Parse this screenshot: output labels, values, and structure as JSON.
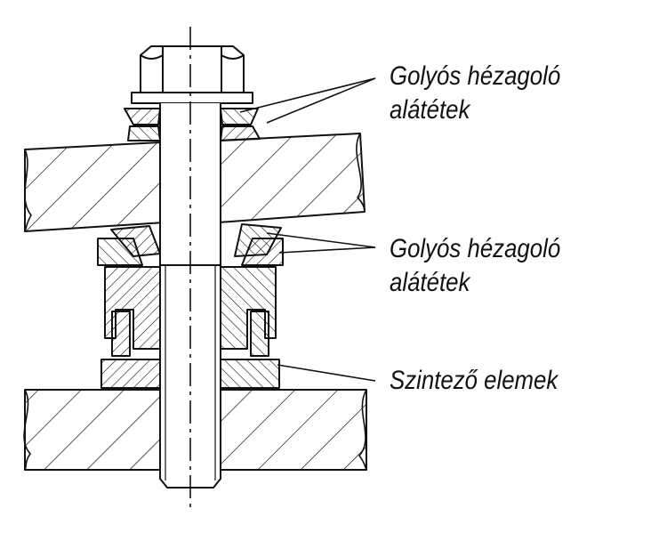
{
  "callouts": {
    "top_washers": {
      "line1": "Golyós hézagoló",
      "line2": "alátétek"
    },
    "middle_washers": {
      "line1": "Golyós hézagoló",
      "line2": "alátétek"
    },
    "leveling": {
      "line1": "Szintező elemek"
    }
  },
  "colors": {
    "ink": "#111111",
    "background": "#ffffff"
  }
}
